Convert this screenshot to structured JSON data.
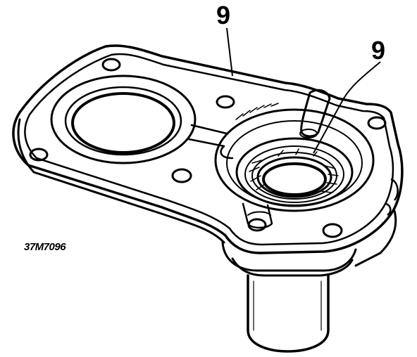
{
  "callouts": {
    "left": "9",
    "right": "9"
  },
  "figure_code": "37M7096",
  "colors": {
    "ink": "#000000",
    "paper": "#ffffff"
  }
}
